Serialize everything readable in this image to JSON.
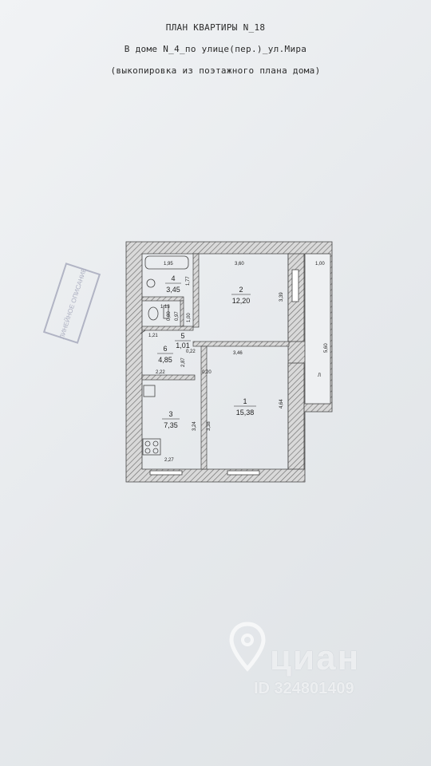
{
  "header": {
    "title": "ПЛАН КВАРТИРЫ N_18",
    "address": "В доме N_4_по улице(пер.)_ул.Мира",
    "note": "(выкопировка из поэтажного плана дома)"
  },
  "rooms": [
    {
      "number": "1",
      "area": "15,38"
    },
    {
      "number": "2",
      "area": "12,20"
    },
    {
      "number": "3",
      "area": "7,35"
    },
    {
      "number": "4",
      "area": "3,45"
    },
    {
      "number": "5",
      "area": "1,01"
    },
    {
      "number": "6",
      "area": "4,85"
    }
  ],
  "dimensions": {
    "d1": "1,95",
    "d2": "3,60",
    "d3": "1,00",
    "d4": "1,77",
    "d5": "3,39",
    "d6": "1,13",
    "d7": "0,80",
    "d8": "0,97",
    "d9": "1,00",
    "d10": "1,21",
    "d11": "0,22",
    "d12": "3,46",
    "d13": "2,87",
    "d14": "0,20",
    "d15": "2,22",
    "d16": "5,60",
    "d17": "4,64",
    "d18": "3,24",
    "d19": "3,38",
    "d20": "2,27",
    "d21": "Л"
  },
  "stamp": {
    "text": "ЛИНЕЙНОЕ ОПИСАНИЕ"
  },
  "watermark": {
    "brand": "циан",
    "id": "ID 324801409"
  },
  "colors": {
    "wall_hatch": "#7f7f7f",
    "paper": "#eef0f2",
    "ink": "#222222"
  }
}
